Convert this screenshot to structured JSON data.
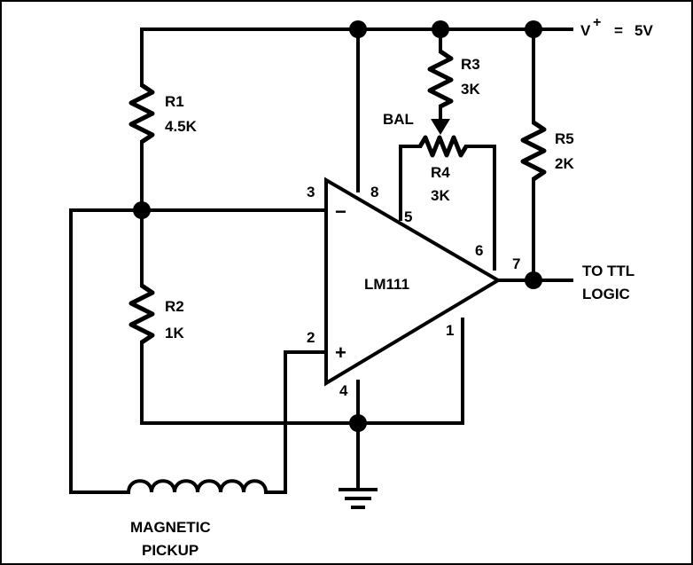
{
  "supply": {
    "label": "V+ = 5V",
    "v": "V",
    "plus": "+",
    "eq": "=",
    "value": "5V"
  },
  "ic": {
    "name": "LM111"
  },
  "resistors": {
    "r1": {
      "name": "R1",
      "value": "4.5K"
    },
    "r2": {
      "name": "R2",
      "value": "1K"
    },
    "r3": {
      "name": "R3",
      "value": "3K"
    },
    "r4": {
      "name": "R4",
      "value": "3K"
    },
    "r5": {
      "name": "R5",
      "value": "2K"
    }
  },
  "bal_label": "BAL",
  "pins": {
    "p1": "1",
    "p2": "2",
    "p3": "3",
    "p4": "4",
    "p5": "5",
    "p6": "6",
    "p7": "7",
    "p8": "8"
  },
  "inputs": {
    "inverting": "−",
    "noninverting": "+"
  },
  "output": {
    "line1": "TO TTL",
    "line2": "LOGIC"
  },
  "pickup": {
    "line1": "MAGNETIC",
    "line2": "PICKUP"
  }
}
